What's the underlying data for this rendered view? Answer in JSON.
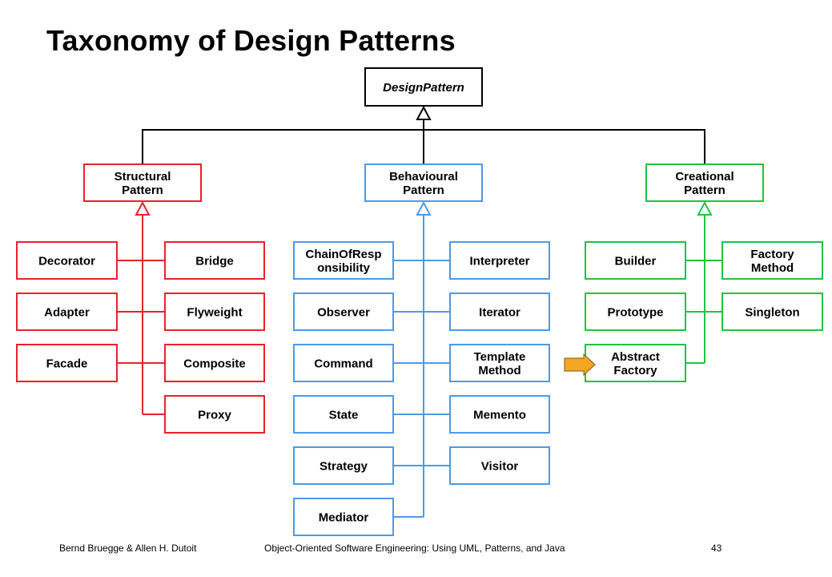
{
  "slide": {
    "title": "Taxonomy of Design Patterns"
  },
  "diagram": {
    "root": {
      "id": "root",
      "label": "DesignPattern",
      "italic": true,
      "color": "#000000"
    },
    "categories": [
      {
        "id": "structural",
        "lines": [
          "Structural",
          "Pattern"
        ],
        "color": "#e8222a"
      },
      {
        "id": "behavioural",
        "lines": [
          "Behavioural",
          "Pattern"
        ],
        "color": "#4a9be8"
      },
      {
        "id": "creational",
        "lines": [
          "Creational",
          "Pattern"
        ],
        "color": "#1ec440"
      }
    ],
    "patterns": [
      {
        "id": "decorator",
        "category": "structural",
        "lines": [
          "Decorator"
        ]
      },
      {
        "id": "adapter",
        "category": "structural",
        "lines": [
          "Adapter"
        ]
      },
      {
        "id": "facade",
        "category": "structural",
        "lines": [
          "Facade"
        ]
      },
      {
        "id": "bridge",
        "category": "structural",
        "lines": [
          "Bridge"
        ]
      },
      {
        "id": "flyweight",
        "category": "structural",
        "lines": [
          "Flyweight"
        ]
      },
      {
        "id": "composite",
        "category": "structural",
        "lines": [
          "Composite"
        ]
      },
      {
        "id": "proxy",
        "category": "structural",
        "lines": [
          "Proxy"
        ]
      },
      {
        "id": "chain-of-responsibility",
        "category": "behavioural",
        "lines": [
          "ChainOfResp",
          "onsibility"
        ]
      },
      {
        "id": "observer",
        "category": "behavioural",
        "lines": [
          "Observer"
        ]
      },
      {
        "id": "command",
        "category": "behavioural",
        "lines": [
          "Command"
        ]
      },
      {
        "id": "state",
        "category": "behavioural",
        "lines": [
          "State"
        ]
      },
      {
        "id": "strategy",
        "category": "behavioural",
        "lines": [
          "Strategy"
        ]
      },
      {
        "id": "mediator",
        "category": "behavioural",
        "lines": [
          "Mediator"
        ]
      },
      {
        "id": "interpreter",
        "category": "behavioural",
        "lines": [
          "Interpreter"
        ]
      },
      {
        "id": "iterator",
        "category": "behavioural",
        "lines": [
          "Iterator"
        ]
      },
      {
        "id": "template-method",
        "category": "behavioural",
        "lines": [
          "Template",
          "Method"
        ]
      },
      {
        "id": "memento",
        "category": "behavioural",
        "lines": [
          "Memento"
        ]
      },
      {
        "id": "visitor",
        "category": "behavioural",
        "lines": [
          "Visitor"
        ]
      },
      {
        "id": "builder",
        "category": "creational",
        "lines": [
          "Builder"
        ]
      },
      {
        "id": "prototype",
        "category": "creational",
        "lines": [
          "Prototype"
        ]
      },
      {
        "id": "abstract-factory",
        "category": "creational",
        "lines": [
          "Abstract",
          "Factory"
        ],
        "highlighted": true
      },
      {
        "id": "factory-method",
        "category": "creational",
        "lines": [
          "Factory",
          "Method"
        ]
      },
      {
        "id": "singleton",
        "category": "creational",
        "lines": [
          "Singleton"
        ]
      }
    ],
    "highlight_arrow": {
      "target": "abstract-factory",
      "fill": "#f5a623",
      "stroke": "#7a5a12"
    }
  },
  "footer": {
    "authors": "Bernd Bruegge & Allen H. Dutoit",
    "book": "Object-Oriented Software Engineering: Using UML, Patterns, and Java",
    "page": "43"
  }
}
